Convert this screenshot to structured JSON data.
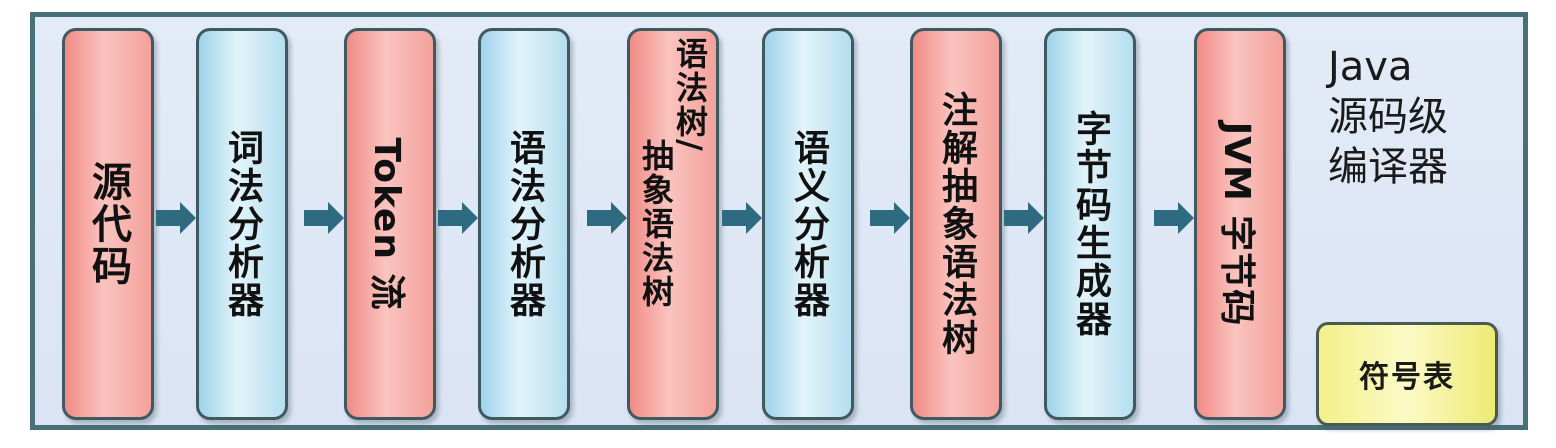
{
  "title": {
    "line1": "Java",
    "line2": "源码级",
    "line3": "编译器"
  },
  "boxes": [
    {
      "label": "源代码",
      "color": "pink"
    },
    {
      "label": "词法分析器",
      "color": "blue"
    },
    {
      "label": "Token 流",
      "color": "pink"
    },
    {
      "label": "语法分析器",
      "color": "blue"
    },
    {
      "label_col1": "语法树/",
      "label_col2": "抽象语法树",
      "color": "pink"
    },
    {
      "label": "语义分析器",
      "color": "blue"
    },
    {
      "label": "注解抽象语法树",
      "color": "pink"
    },
    {
      "label": "字节码生成器",
      "color": "blue"
    },
    {
      "label": "JVM 字节码",
      "color": "pink"
    }
  ],
  "symbol_table": {
    "label": "符号表"
  },
  "colors": {
    "pink": "#f6aaa4",
    "blue": "#c8e9f6",
    "yellow": "#f6f28a",
    "frame": "#496f78",
    "arrow": "#2f6b80"
  }
}
